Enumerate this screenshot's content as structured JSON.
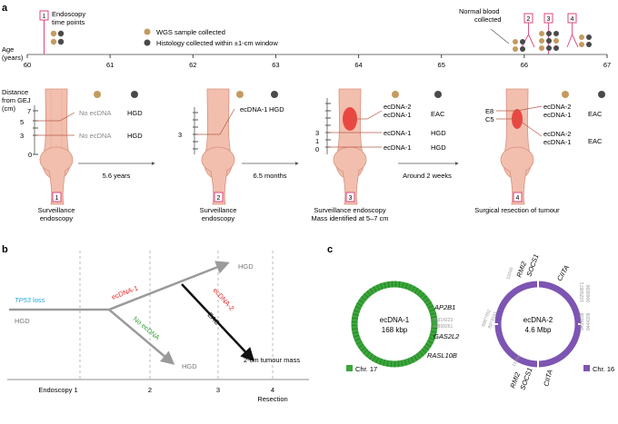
{
  "panel_a": {
    "label": "a",
    "endoscopy_tp_title": "Endoscopy\ntime points",
    "legend_wgs": "WGS sample collected",
    "legend_hist": "Histology collected within ±1-cm window",
    "normal_blood": "Normal blood\ncollected",
    "age_axis_label": "Age\n(years)",
    "age_ticks": [
      "60",
      "61",
      "62",
      "63",
      "64",
      "65",
      "66",
      "67"
    ],
    "distance_label": "Distance\nfrom GEJ\n(cm)",
    "colors": {
      "wgs": "#c59a60",
      "hist": "#4a4a4a",
      "pink": "#e0467c",
      "tissue": "#f2bfae",
      "lesion": "#e8332f"
    },
    "timepoints": [
      "1",
      "2",
      "3",
      "4"
    ],
    "intervals": [
      "5.6 years",
      "6.5 months",
      "Around 2 weeks"
    ],
    "tp1": {
      "scale": [
        "7",
        "5",
        "3",
        "0"
      ],
      "row1_wgs": "No ecDNA",
      "row1_hist": "HGD",
      "row2_wgs": "No ecDNA",
      "row2_hist": "HGD",
      "caption": "Surveillance\nendoscopy"
    },
    "tp2": {
      "scale": [
        "3"
      ],
      "row1_wgs": "ecDNA-1",
      "row1_hist": "HGD",
      "caption": "Surveillance\nendoscopy"
    },
    "tp3": {
      "scale": [
        "3",
        "1",
        "0"
      ],
      "row1_wgs": "ecDNA-2\necDNA-1",
      "row1_hist": "EAC",
      "row2_wgs": "ecDNA-1",
      "row2_hist": "HGD",
      "row3_wgs": "ecDNA-1",
      "row3_hist": "HGD",
      "caption": "Surveillance endoscopy\nMass identified at 5–7 cm"
    },
    "tp4": {
      "scale": [
        "E8",
        "C5"
      ],
      "row1_wgs": "ecDNA-2\necDNA-1",
      "row1_hist": "EAC",
      "row2_wgs": "ecDNA-2\necDNA-1",
      "row2_hist": "EAC",
      "caption": "Surgical resection of tumour"
    }
  },
  "panel_b": {
    "label": "b",
    "tp53_loss": "TP53 loss",
    "hgd_start": "HGD",
    "ecdna1": "ecDNA-1",
    "no_ecdna": "No ecDNA",
    "ecdna2": "ecDNA-2",
    "eac": "EAC",
    "hgd_top": "HGD",
    "hgd_bottom": "HGD",
    "tumour_mass": "2-cm tumour mass",
    "x_ticks": [
      "Endoscopy 1",
      "2",
      "3",
      "4"
    ],
    "resection": "Resection",
    "colors": {
      "blue": "#2aa7d6",
      "red": "#e02a2a",
      "green": "#3aa23a",
      "grey": "#9a9a9a"
    }
  },
  "panel_c": {
    "label": "c",
    "ecdna1_name": "ecDNA-1",
    "ecdna1_size": "168 kbp",
    "ecdna1_genes": [
      "AP2B1",
      "GAS2L2",
      "RASL10B"
    ],
    "ecdna1_coords": [
      "35914223",
      "35899261"
    ],
    "ecdna1_chr": "Chr. 17",
    "ecdna1_color": "#3aa63a",
    "ecdna2_name": "ecDNA-2",
    "ecdna2_size": "4.6 Mbp",
    "ecdna2_genes_top": [
      "RMI2",
      "SOCS1",
      "CIITA"
    ],
    "ecdna2_genes_bottom": [
      "RMI2",
      "SOCS1",
      "CIITA"
    ],
    "ecdna2_coords": [
      "10258871",
      "9066696",
      "9435158",
      "9444209",
      "11050",
      "11256",
      "8887352",
      "8974151"
    ],
    "ecdna2_chr": "Chr. 16",
    "ecdna2_color": "#7d55b3"
  }
}
